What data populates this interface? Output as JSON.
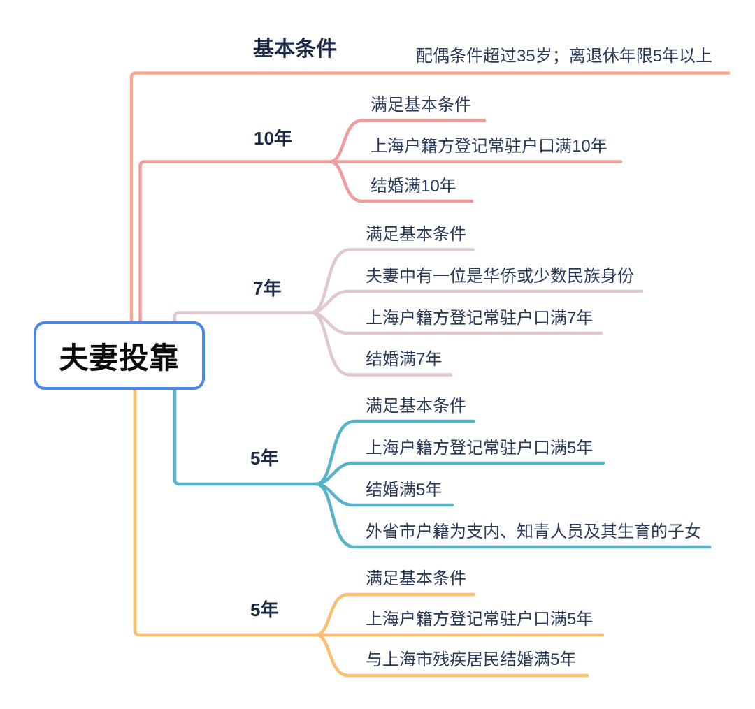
{
  "mindmap": {
    "root": {
      "label": "夫妻投靠",
      "border_color": "#4A87E9"
    },
    "branches": [
      {
        "label": "基本条件",
        "color": "#F8A88E",
        "leaves": [
          "配偶条件超过35岁；离退休年限5年以上"
        ]
      },
      {
        "label": "10年",
        "color": "#F09B9C",
        "leaves": [
          "满足基本条件",
          "上海户籍方登记常驻户口满10年",
          "结婚满10年"
        ]
      },
      {
        "label": "7年",
        "color": "#E0C7D0",
        "leaves": [
          "满足基本条件",
          "夫妻中有一位是华侨或少数民族身份",
          "上海户籍方登记常驻户口满7年",
          "结婚满7年"
        ]
      },
      {
        "label": "5年",
        "color": "#56B3C8",
        "leaves": [
          "满足基本条件",
          "上海户籍方登记常驻户口满5年",
          "结婚满5年",
          "外省市户籍为支内、知青人员及其生育的子女"
        ]
      },
      {
        "label": "5年",
        "color": "#FCBE71",
        "leaves": [
          "满足基本条件",
          "上海户籍方登记常驻户口满5年",
          "与上海市残疾居民结婚满5年"
        ]
      }
    ],
    "text_color": "#2A3A5A",
    "label_color": "#1C2B4A"
  }
}
